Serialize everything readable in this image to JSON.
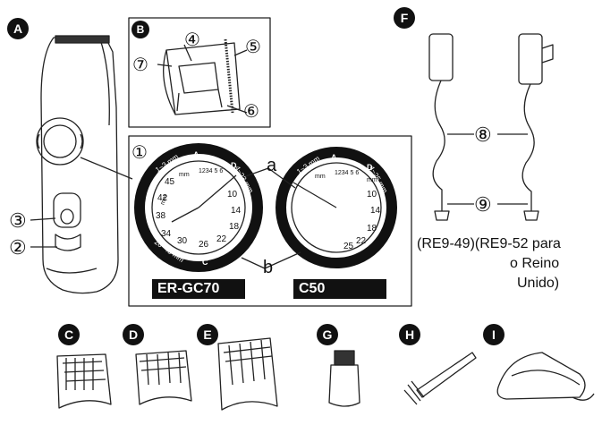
{
  "badges": {
    "A": "A",
    "B": "B",
    "C": "C",
    "D": "D",
    "E": "E",
    "F": "F",
    "G": "G",
    "H": "H",
    "I": "I"
  },
  "callouts": {
    "n1": "①",
    "n2": "②",
    "n3": "③",
    "n4": "④",
    "n5": "⑤",
    "n6": "⑥",
    "n7": "⑦",
    "n8": "⑧",
    "n9": "⑨"
  },
  "pointers": {
    "a": "a",
    "b": "b"
  },
  "dial_left": {
    "ranges": {
      "top_left": "1~3 mm",
      "top_right": "4~23 mm",
      "bottom_left": "26~45 mm"
    },
    "mode_letters": {
      "a": "A",
      "d": "D",
      "c": "C"
    },
    "unit_labels": [
      "mm",
      "mm"
    ],
    "small_scale": "1234 5 6",
    "numbers": [
      "45",
      "42",
      "38",
      "34",
      "30",
      "26",
      "22",
      "18",
      "14",
      "10"
    ]
  },
  "dial_right": {
    "ranges": {
      "top_left": "1~3 mm",
      "top_right": "4~25 mm"
    },
    "mode_letters": {
      "a": "A",
      "d": "D"
    },
    "unit_labels": [
      "mm",
      "mm"
    ],
    "small_scale": "1234 5 6",
    "numbers": [
      "10",
      "14",
      "18",
      "22",
      "25"
    ]
  },
  "model_labels": {
    "left": "ER-GC70",
    "right": "C50"
  },
  "adapter_models": {
    "line1": "(RE9-49)(RE9-52 para",
    "line2": "o Reino",
    "line3": "Unido)"
  }
}
